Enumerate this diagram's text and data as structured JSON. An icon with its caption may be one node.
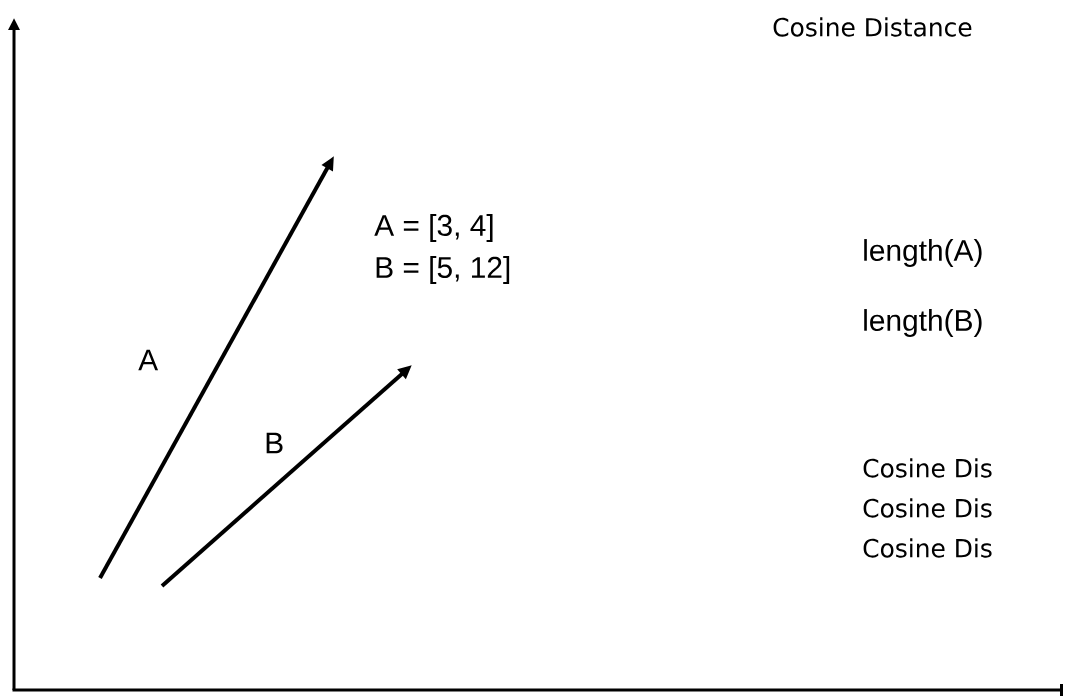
{
  "diagram": {
    "title": "Cosine Distance",
    "labels": [
      "A = [3, 4]",
      "B = [5, 12]",
      "length(A)",
      "A",
      "length(B)",
      "B",
      "Cosine Dis",
      "Cosine Dis",
      "Cosine Dis"
    ]
  }
}
